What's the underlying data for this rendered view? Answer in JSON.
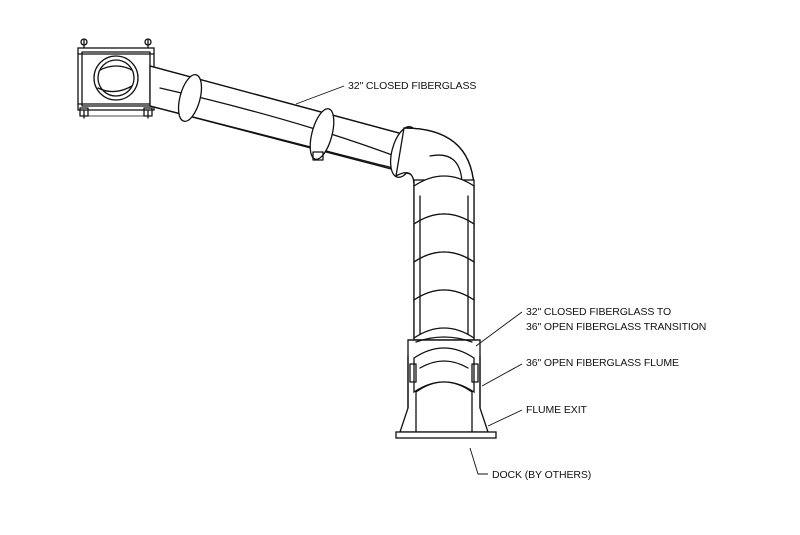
{
  "callouts": {
    "closed_pipe": "32\" CLOSED FIBERGLASS",
    "transition_line1": "32\" CLOSED FIBERGLASS TO",
    "transition_line2": "36\" OPEN FIBERGLASS TRANSITION",
    "open_flume": "36\" OPEN FIBERGLASS FLUME",
    "flume_exit": "FLUME EXIT",
    "dock": "DOCK (BY OTHERS)"
  }
}
